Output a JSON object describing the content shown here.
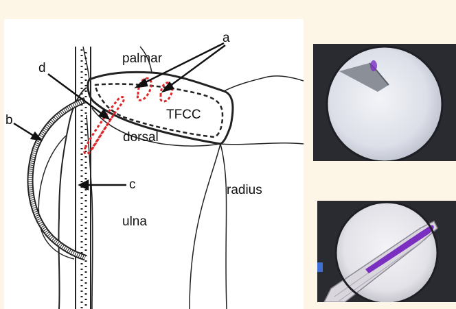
{
  "labels": {
    "palmar": "palmar",
    "tfcc": "TFCC",
    "dorsal": "dorsal",
    "radius": "radius",
    "ulna": "ulna",
    "a": "a",
    "b": "b",
    "c": "c",
    "d": "d"
  },
  "colors": {
    "background": "#fdf6e6",
    "line": "#222222",
    "suture": "#e0262a",
    "scope_view": "#e6e8ef",
    "dye": "#7a2fc0"
  }
}
